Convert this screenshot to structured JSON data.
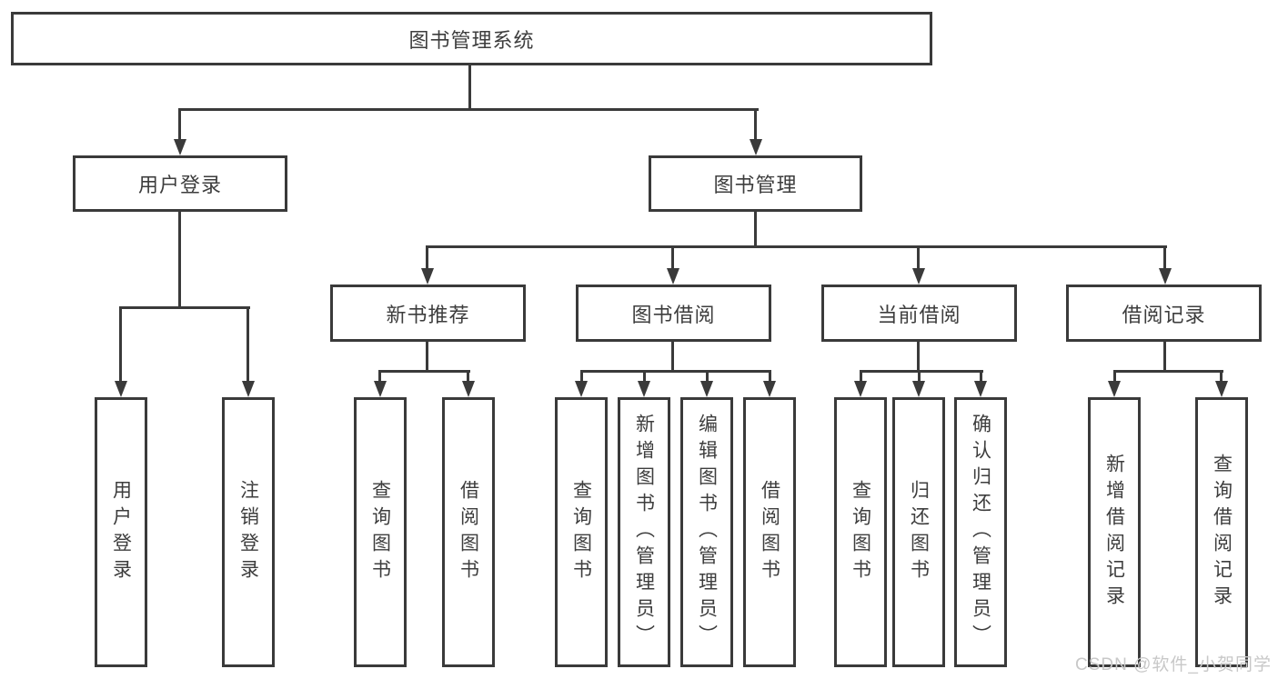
{
  "tree": {
    "root": "图书管理系统",
    "l2": [
      {
        "label": "用户登录",
        "children": [
          "用户登录",
          "注销登录"
        ]
      },
      {
        "label": "图书管理"
      }
    ],
    "l3": [
      {
        "label": "新书推荐",
        "children": [
          "查询图书",
          "借阅图书"
        ]
      },
      {
        "label": "图书借阅",
        "children": [
          "查询图书",
          "新增图书（管理员）",
          "编辑图书（管理员）",
          "借阅图书"
        ]
      },
      {
        "label": "当前借阅",
        "children": [
          "查询图书",
          "归还图书",
          "确认归还（管理员）"
        ]
      },
      {
        "label": "借阅记录",
        "children": [
          "新增借阅记录",
          "查询借阅记录"
        ]
      }
    ]
  },
  "watermark": "CSDN @软件_小贺同学",
  "colors": {
    "line": "#3a3a3a",
    "text": "#3d3d3d",
    "background": "#ffffff",
    "watermark": "#c8c8c8"
  }
}
